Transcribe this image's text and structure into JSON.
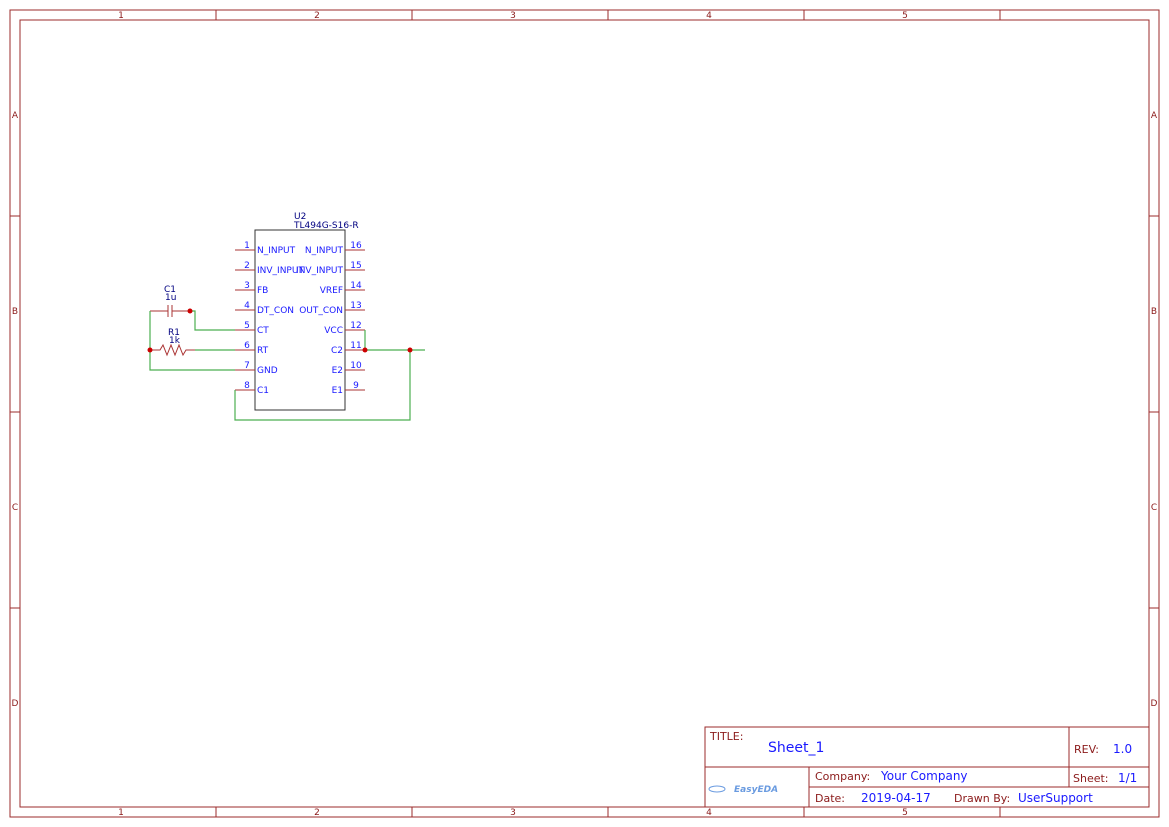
{
  "frame": {
    "columns": [
      "1",
      "2",
      "3",
      "4",
      "5"
    ],
    "rows": [
      "A",
      "B",
      "C",
      "D"
    ]
  },
  "components": {
    "u2": {
      "designator": "U2",
      "value": "TL494G-S16-R",
      "left_pins": [
        {
          "num": "1",
          "name": "N_INPUT"
        },
        {
          "num": "2",
          "name": "INV_INPUT"
        },
        {
          "num": "3",
          "name": "FB"
        },
        {
          "num": "4",
          "name": "DT_CON"
        },
        {
          "num": "5",
          "name": "CT"
        },
        {
          "num": "6",
          "name": "RT"
        },
        {
          "num": "7",
          "name": "GND"
        },
        {
          "num": "8",
          "name": "C1"
        }
      ],
      "right_pins": [
        {
          "num": "16",
          "name": "N_INPUT"
        },
        {
          "num": "15",
          "name": "INV_INPUT"
        },
        {
          "num": "14",
          "name": "VREF"
        },
        {
          "num": "13",
          "name": "OUT_CON"
        },
        {
          "num": "12",
          "name": "VCC"
        },
        {
          "num": "11",
          "name": "C2"
        },
        {
          "num": "10",
          "name": "E2"
        },
        {
          "num": "9",
          "name": "E1"
        }
      ]
    },
    "c1": {
      "designator": "C1",
      "value": "1u"
    },
    "r1": {
      "designator": "R1",
      "value": "1k"
    }
  },
  "title_block": {
    "title_label": "TITLE:",
    "title": "Sheet_1",
    "rev_label": "REV:",
    "rev": "1.0",
    "company_label": "Company:",
    "company": "Your Company",
    "sheet_label": "Sheet:",
    "sheet": "1/1",
    "date_label": "Date:",
    "date": "2019-04-17",
    "drawn_by_label": "Drawn By:",
    "drawn_by": "UserSupport",
    "logo": "EasyEDA"
  }
}
